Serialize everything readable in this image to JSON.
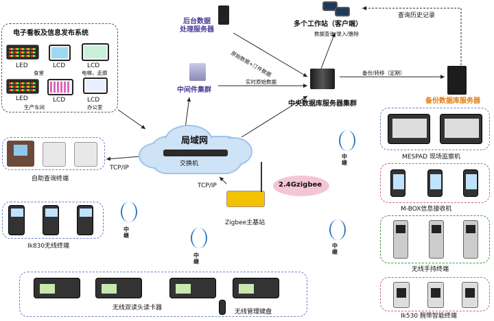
{
  "signage": {
    "title": "电子看板及信息发布系统",
    "items": [
      {
        "label": "LED"
      },
      {
        "label": "LCD"
      },
      {
        "label": "LCD"
      },
      {
        "label": "LED"
      },
      {
        "label": "LCD"
      },
      {
        "label": "LCD"
      }
    ],
    "locations": [
      "食堂",
      "电梯，走廊",
      "生产车间",
      "办公室"
    ]
  },
  "backend_server": {
    "label": "后台数据\n处理服务器"
  },
  "workstations": {
    "label": "多个工作站（客户端）",
    "sub": "数据查询/录入/删除"
  },
  "query_history": "查询历史记录",
  "raw_data_link": "原始数据+汀件数据",
  "middleware": {
    "label": "中间件集群"
  },
  "realtime_link": "实时原始数据",
  "central_db": {
    "label": "中央数据库服务器集群"
  },
  "backup_link": "备份/转移（定期）",
  "backup_server": {
    "label": "备份数据库服务器"
  },
  "lan": {
    "title": "局域网",
    "switch": "交换机"
  },
  "tcpip_left": "TCP/IP",
  "tcpip_center": "TCP/IP",
  "kiosk": {
    "label": "自助查询终端"
  },
  "zigbee_band": "2.4Gzigbee",
  "zigbee_base": {
    "label": "Zigbee主基站"
  },
  "relay": "中\n继",
  "ik830": {
    "label": "Ik830无线终端"
  },
  "mespad": {
    "label": "MESPAD 现场监察机"
  },
  "mbox": {
    "label": "M-BOX信息接收机"
  },
  "handheld": {
    "label": "无线手持终端"
  },
  "ik530": {
    "label": "Ik530  腕带智能终端"
  },
  "dual_reader": {
    "label": "无线双读头读卡器"
  },
  "keyboard": {
    "label": "无线管理键盘"
  },
  "colors": {
    "purple": "#4a3a9a",
    "orange": "#e47c14",
    "cloud": "#cfe3f7"
  }
}
